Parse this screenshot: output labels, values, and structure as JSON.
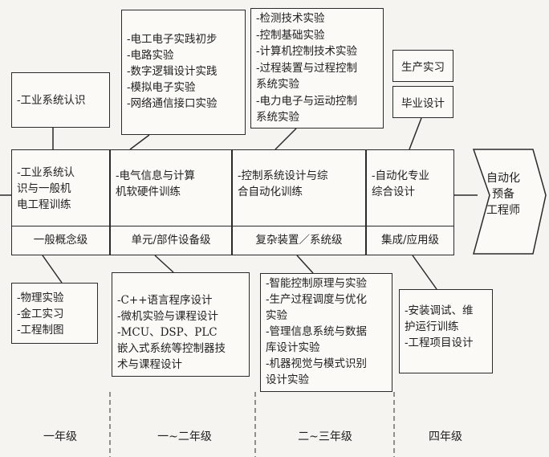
{
  "stages": [
    {
      "lines": [
        "-工业系统认",
        "识与一般机",
        "电工程训练"
      ],
      "level": "一般概念级"
    },
    {
      "lines": [
        "-电气信息与计算",
        "机软硬件训练"
      ],
      "level": "单元/部件设备级"
    },
    {
      "lines": [
        "-控制系统设计与综",
        "合自动化训练"
      ],
      "level": "复杂装置／系统级"
    },
    {
      "lines": [
        "-自动化专业",
        "综合设计"
      ],
      "level": "集成/应用级"
    }
  ],
  "goal": {
    "lines": [
      "自动化",
      "预备",
      "工程师"
    ]
  },
  "top_boxes": [
    {
      "items": [
        "-工业系统认识"
      ]
    },
    {
      "items": [
        "-电工电子实践初步",
        "-电路实验",
        "-数字逻辑设计实践",
        "-模拟电子实验",
        "-网络通信接口实验"
      ]
    },
    {
      "items": [
        "-检测技术实验",
        "-控制基础实验",
        "-计算机控制技术实验",
        "-过程装置与过程控制",
        "系统实验",
        "-电力电子与运动控制",
        "系统实验"
      ]
    }
  ],
  "practice": {
    "internship": "生产实习",
    "graduation": "毕业设计"
  },
  "bottom_boxes": [
    {
      "items": [
        "-物理实验",
        "-金工实习",
        "-工程制图"
      ]
    },
    {
      "items": [
        "-C++语言程序设计",
        "-微机实验与课程设计",
        "-MCU、DSP、PLC",
        "嵌入式系统等控制器技",
        "术与课程设计"
      ]
    },
    {
      "items": [
        "-智能控制原理与实验",
        "-生产过程调度与优化",
        "实验",
        "-管理信息系统与数据",
        "库设计实验",
        "-机器视觉与模式识别",
        "设计实验"
      ]
    },
    {
      "items": [
        "-安装调试、维",
        "护运行训练",
        "-工程项目设计"
      ]
    }
  ],
  "grades": [
    "一年级",
    "一~二年级",
    "二~三年级",
    "四年级"
  ]
}
